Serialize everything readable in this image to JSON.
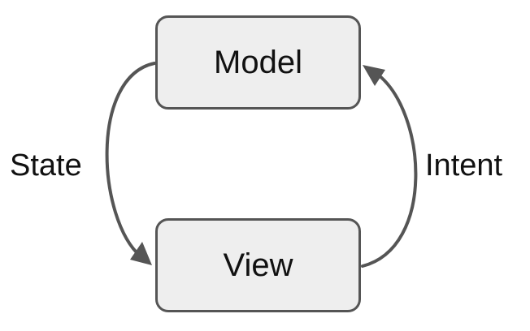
{
  "diagram": {
    "nodes": {
      "model": {
        "label": "Model"
      },
      "view": {
        "label": "View"
      }
    },
    "edges": {
      "state": {
        "label": "State",
        "from": "Model",
        "to": "View"
      },
      "intent": {
        "label": "Intent",
        "from": "View",
        "to": "Model"
      }
    },
    "colors": {
      "node_fill": "#eeeeee",
      "node_border": "#555555",
      "edge": "#555555",
      "text": "#111111"
    }
  }
}
